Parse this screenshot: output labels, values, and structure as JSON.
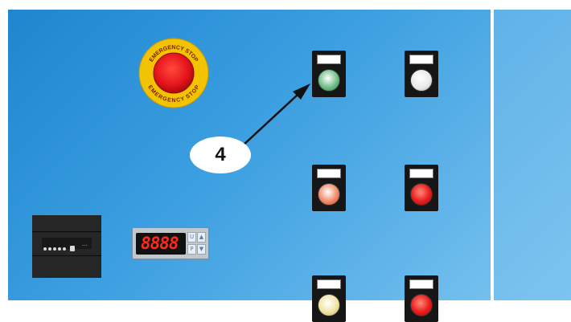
{
  "panel": {
    "estop": {
      "ring_color": "#f2c300",
      "button_color": "#e3121b",
      "top_text": "EMERGENCY STOP",
      "bottom_text": "EMERGENCY STOP"
    }
  },
  "pilots": [
    {
      "name": "green",
      "lens": "#6fbf88"
    },
    {
      "name": "white",
      "lens": "#e8e8e8"
    },
    {
      "name": "orange",
      "lens": "#f08a6a"
    },
    {
      "name": "red",
      "lens": "#e81c1c"
    },
    {
      "name": "yellow",
      "lens": "#f3e3a3"
    },
    {
      "name": "red-2",
      "lens": "#e81c1c"
    }
  ],
  "digital_display": {
    "readout": "8888",
    "up_label": "U",
    "down_label": "P"
  },
  "callout": {
    "label": "4",
    "target": "green pilot light"
  }
}
